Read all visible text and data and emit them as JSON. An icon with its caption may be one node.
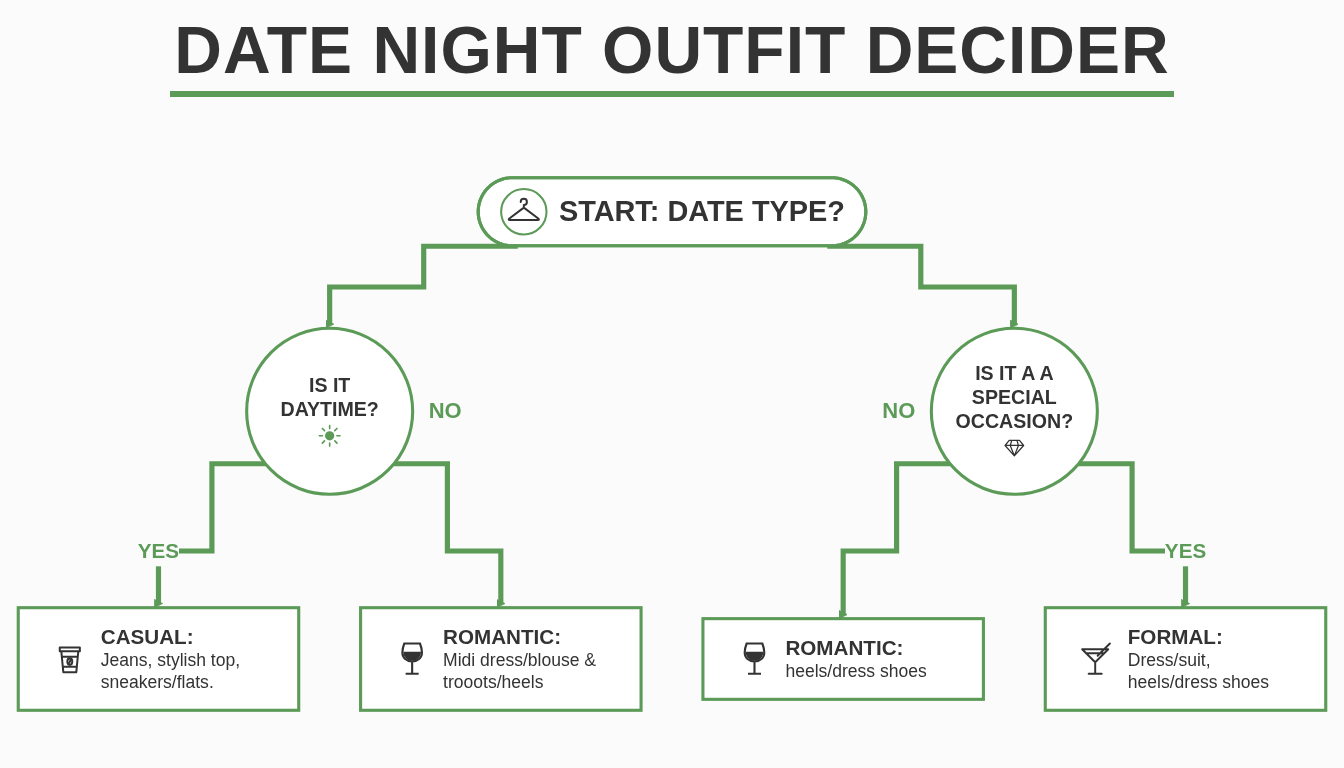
{
  "diagram": {
    "title": "DATE NIGHT OUTFIT DECIDER",
    "nodes": [
      {
        "text": [
          "START: DATE TYPE?"
        ]
      },
      {
        "text": [
          "CASUAL:",
          "Jeans, stylish top, sneakers/flats."
        ]
      },
      {
        "text": [
          "IS IT DAYTIME?"
        ],
        "beside": [
          "NO"
        ]
      },
      {
        "text": [
          "IS IT A A SPECIAL OCCASION?"
        ],
        "beside": [
          "NO"
        ]
      },
      {
        "text": [
          "FORMAL:",
          "Dress/suit, heels/dress shoes"
        ]
      },
      {
        "text": [
          "ROMANTIC:",
          "Midi dress/blouse & trooots/heels"
        ]
      },
      {
        "text": [
          "ROMANTIC:",
          "heels/dress shoes"
        ]
      }
    ],
    "edges": [
      {
        "from": 0,
        "to": 2,
        "arrow": "to"
      },
      {
        "from": 0,
        "to": 3,
        "arrow": "to"
      },
      {
        "from": 2,
        "to": 1,
        "arrow": "to",
        "label": "YES"
      },
      {
        "from": 2,
        "to": 5,
        "arrow": "to"
      },
      {
        "from": 3,
        "to": 6,
        "arrow": "to"
      },
      {
        "from": 3,
        "to": 4,
        "arrow": "to",
        "label": "YES"
      }
    ]
  }
}
